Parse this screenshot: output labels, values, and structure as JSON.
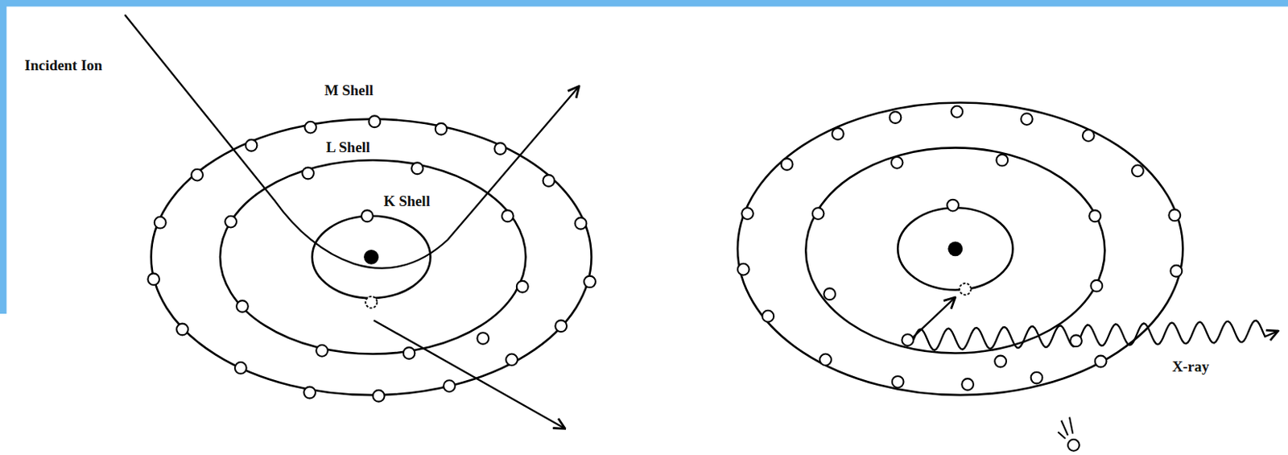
{
  "diagram": {
    "labels": [
      "Incident Ion",
      "M Shell",
      "L Shell",
      "K Shell",
      "X-ray"
    ]
  }
}
